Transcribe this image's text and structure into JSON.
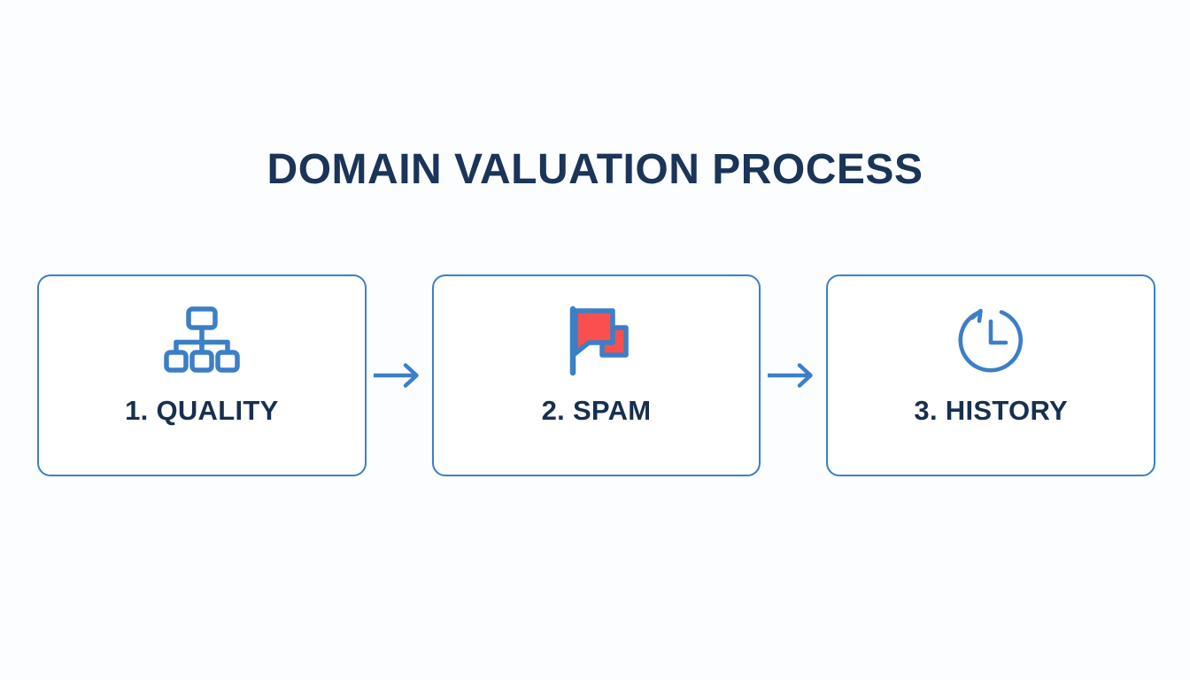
{
  "page": {
    "title": "DOMAIN VALUATION PROCESS",
    "background_color": "#fcfdfe",
    "title_color": "#1b3458",
    "accent_blue": "#3b7fc7",
    "label_color": "#16304f",
    "flag_red": "#f9504f"
  },
  "steps": [
    {
      "label": "1. QUALITY",
      "icon": "hierarchy-icon"
    },
    {
      "label": "2. SPAM",
      "icon": "flag-icon"
    },
    {
      "label": "3. HISTORY",
      "icon": "history-clock-icon"
    }
  ],
  "connectors": [
    {
      "icon": "arrow-right-icon"
    },
    {
      "icon": "arrow-right-icon"
    }
  ]
}
